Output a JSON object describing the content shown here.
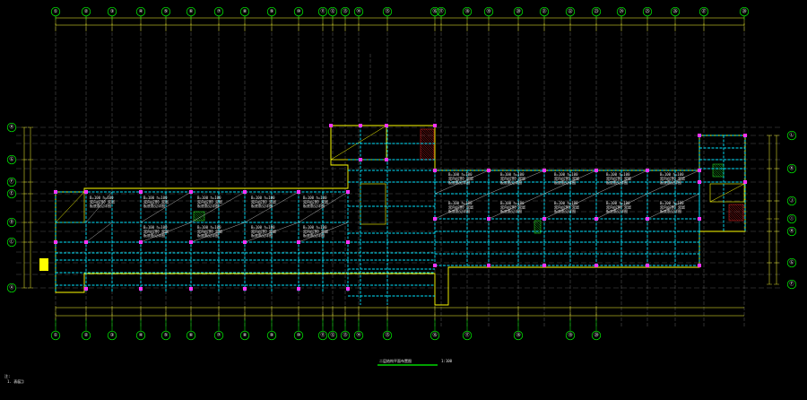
{
  "colors": {
    "background": "#000000",
    "grid_line": "#8a8a8a",
    "axis_bubble": "#00ff00",
    "dimension": "#ffff33",
    "beam": "#00e5ff",
    "column": "#ff33ff",
    "hatch_red": "#c81e1e",
    "hatch_green": "#22cc22",
    "outline": "#ffff00",
    "text": "#ffffff"
  },
  "top_axes": [
    "①",
    "②",
    "③",
    "④",
    "⑤",
    "⑥",
    "⑦",
    "⑧",
    "⑨",
    "⑩",
    "⑪",
    "⑫",
    "⑬",
    "⑭",
    "⑮",
    "⑯",
    "⑰",
    "⑱",
    "⑲",
    "⑳",
    "㉑",
    "㉒",
    "㉓",
    "㉔",
    "㉕",
    "㉖",
    "㉗",
    "㉘"
  ],
  "bottom_axes": [
    "①",
    "②",
    "③",
    "④",
    "⑤",
    "⑥",
    "⑦",
    "⑧",
    "⑨",
    "⑩",
    "⑪",
    "⑫",
    "⑬",
    "⑭",
    "⑮",
    "⑯",
    "⑰",
    "⑱",
    "⑲",
    "⑳"
  ],
  "left_axes": [
    "Ⓗ",
    "Ⓖ",
    "Ⓕ",
    "Ⓔ",
    "Ⓓ",
    "Ⓒ",
    "Ⓐ"
  ],
  "right_axes": [
    "Ⓛ",
    "Ⓚ",
    "Ⓙ",
    "Ⓘ",
    "Ⓗ",
    "Ⓖ",
    "Ⓕ"
  ],
  "drawing_title": "二层结构平面布置图",
  "drawing_scale": "1:100",
  "notes_header": "注:",
  "notes_line": "1. 表示",
  "slab_label_lines": [
    "B=100 h=100",
    "双向@200 双层",
    "板底筋见详图"
  ]
}
